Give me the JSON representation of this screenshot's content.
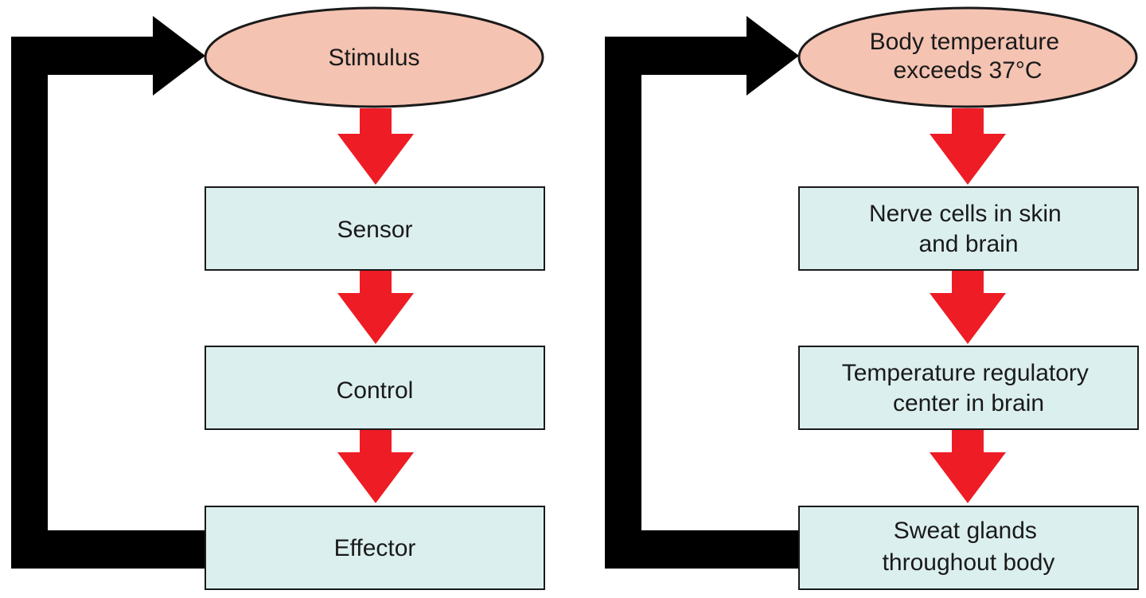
{
  "colors": {
    "arrow_red": "#ee1c25",
    "loop_gradient_top": "#ee1c25",
    "loop_gradient_bottom": "#000000",
    "oval_fill": "#f4c3b2",
    "box_fill": "#dcefef",
    "outline": "#1a1a1a"
  },
  "left": {
    "oval": {
      "lines": [
        "Stimulus"
      ]
    },
    "boxes": [
      {
        "lines": [
          "Sensor"
        ]
      },
      {
        "lines": [
          "Control"
        ]
      },
      {
        "lines": [
          "Effector"
        ]
      }
    ]
  },
  "right": {
    "oval": {
      "lines": [
        "Body temperature",
        "exceeds 37°C"
      ]
    },
    "boxes": [
      {
        "lines": [
          "Nerve cells in skin",
          "and brain"
        ]
      },
      {
        "lines": [
          "Temperature regulatory",
          "center in brain"
        ]
      },
      {
        "lines": [
          "Sweat glands",
          "throughout body"
        ]
      }
    ]
  }
}
